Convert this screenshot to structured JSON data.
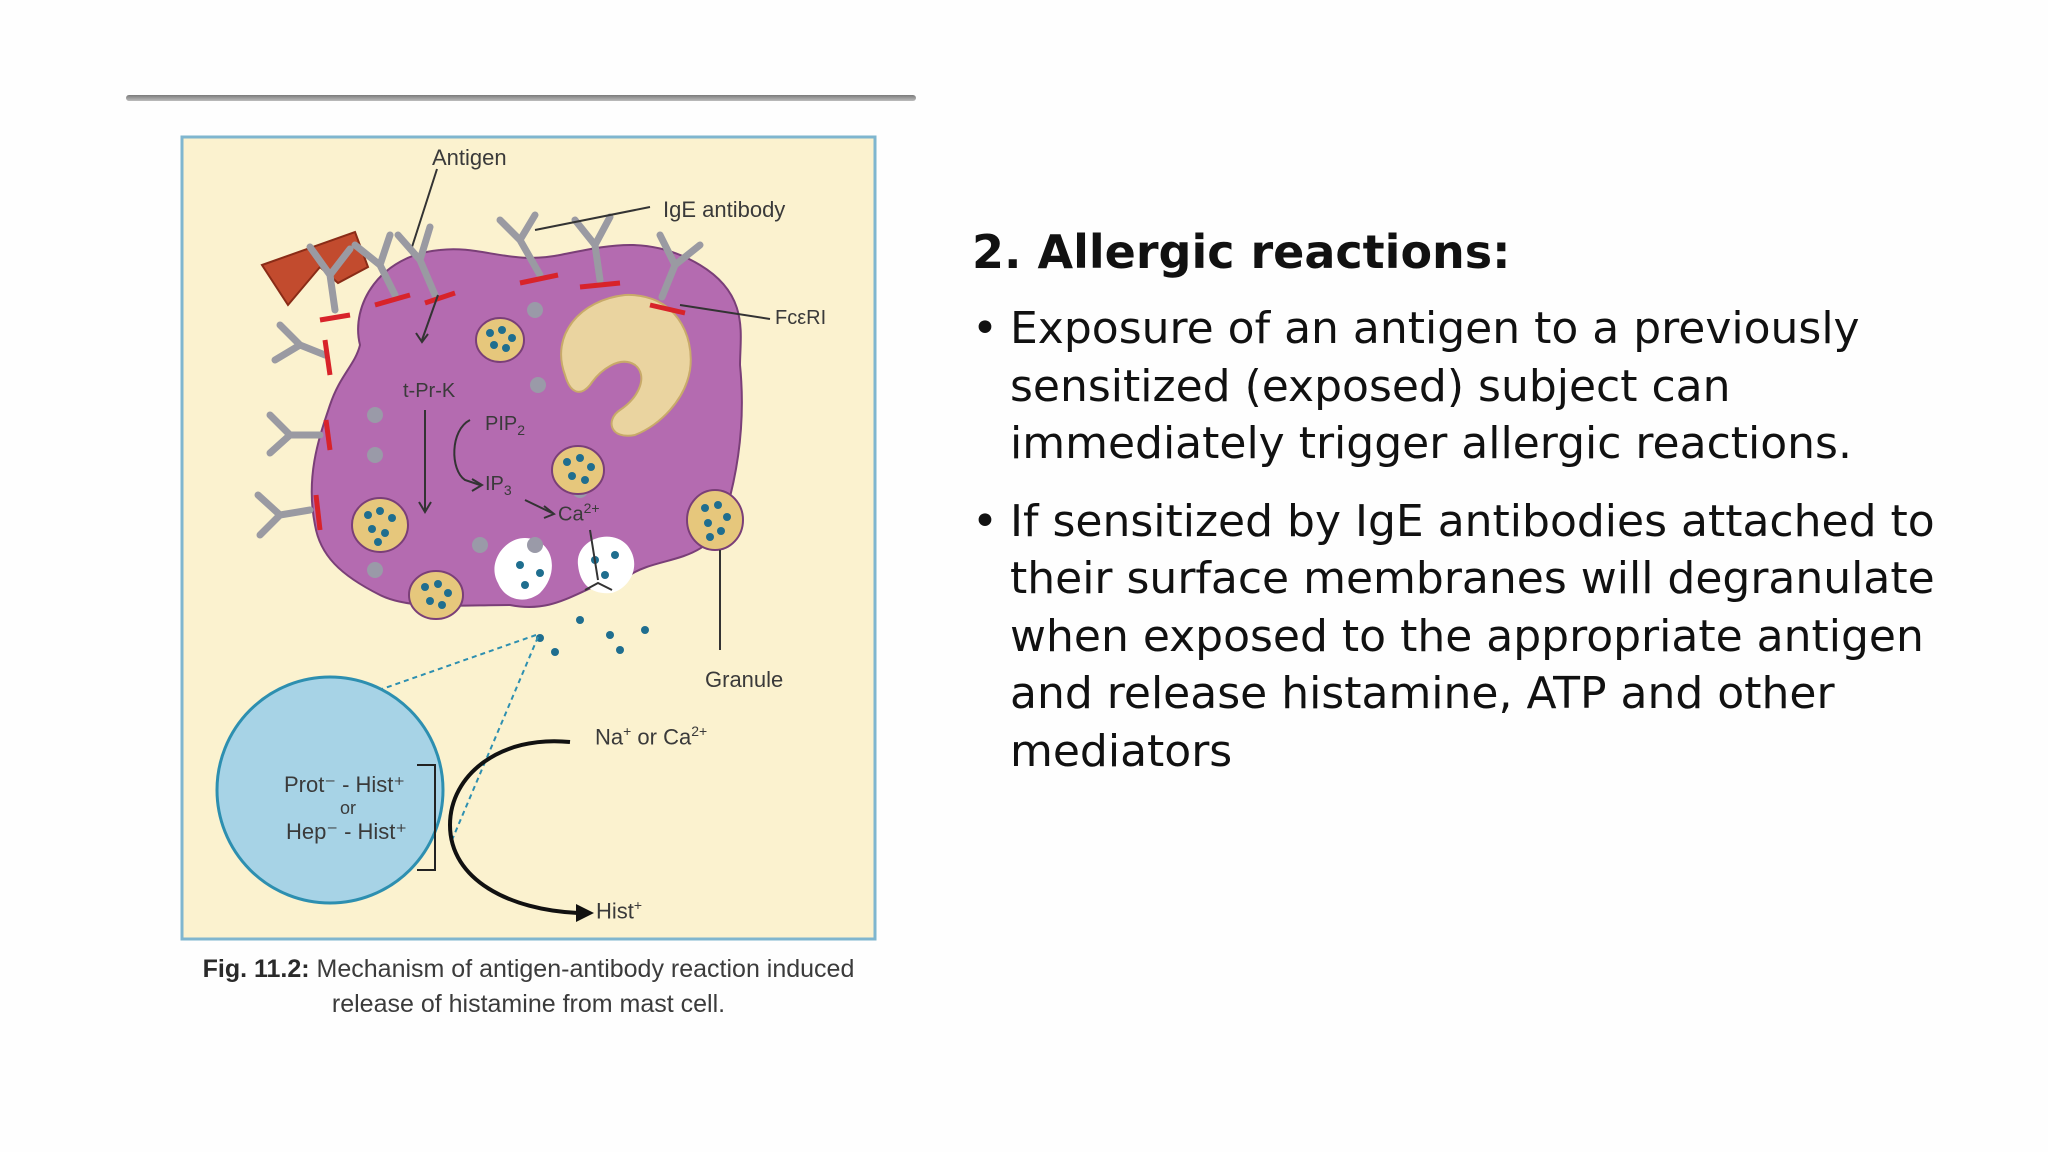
{
  "figure": {
    "labels": {
      "antigen": "Antigen",
      "ige_antibody": "IgE antibody",
      "receptor": "FcεRI",
      "tprk": "t-Pr-K",
      "pip": "PIP",
      "pip_sub": "2",
      "ip": "IP",
      "ip_sub": "3",
      "ca": "Ca",
      "ca_sup": "2+",
      "granule": "Granule",
      "na_or_ca": "Na",
      "na_sup": "+",
      "na_or_ca_mid": " or Ca",
      "na_or_ca_sup": "2+",
      "prot_line": "Prot⁻ - Hist⁺",
      "or": "or",
      "hep_line": "Hep⁻ - Hist⁺",
      "hist_out": "Hist",
      "hist_out_sup": "+"
    },
    "caption_bold": "Fig. 11.2:",
    "caption_text": " Mechanism of antigen-antibody reaction induced release of histamine from mast cell.",
    "colors": {
      "panel_bg": "#fbf2cf",
      "panel_border": "#7fb6cf",
      "cell": "#b46bb0",
      "nucleus": "#e8d29a",
      "granule_dots": "#1f6e8f",
      "receptor": "#d8232a",
      "antigen": "#c24b2e",
      "circle": "#a7d3e6"
    }
  },
  "content": {
    "heading": "2. Allergic reactions:",
    "bullet_symbol": "•",
    "bullets": [
      "Exposure of an antigen to a previously sensitized (exposed) subject can immediately trigger allergic reactions.",
      "If sensitized by IgE antibodies attached to their surface membranes will degranulate when exposed to the appropriate antigen and release histamine, ATP and other mediators"
    ]
  }
}
